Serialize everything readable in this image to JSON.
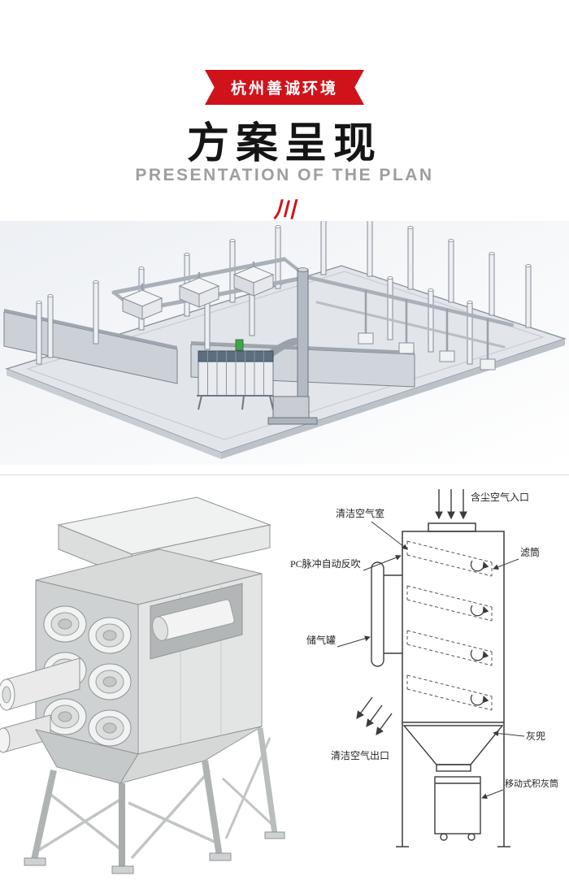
{
  "header": {
    "badge": "杭州善诚环境",
    "title": "方案呈现",
    "subtitle": "PRESENTATION OF THE PLAN",
    "mark": "川"
  },
  "colors": {
    "accent_red": "#d0121b",
    "title_black": "#151515",
    "subtitle_gray": "#9e9e9e",
    "diagram_line": "#3c3c3c"
  },
  "schematic": {
    "labels": {
      "clean_air_chamber": "清洁空气室",
      "dust_air_inlet": "含尘空气入口",
      "filter_cartridge": "滤筒",
      "pc_pulse_blowback": "PC脉冲自动反吹",
      "air_tank": "储气罐",
      "clean_air_outlet": "清洁空气出口",
      "ash_hopper": "灰兜",
      "mobile_ash_bin": "移动式积灰筒"
    }
  }
}
